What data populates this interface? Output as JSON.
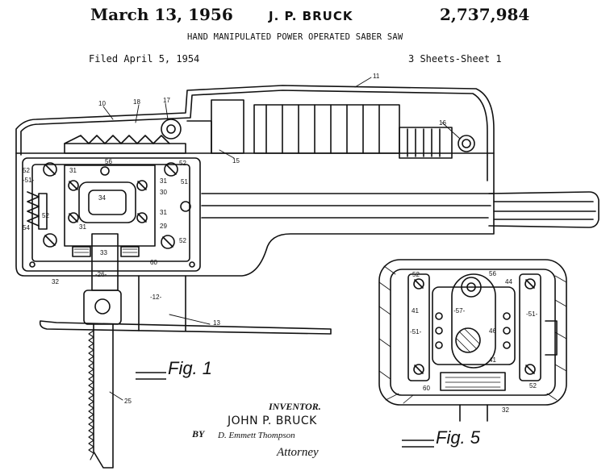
{
  "header": {
    "date": "March 13, 1956",
    "inventor": "J. P. BRUCK",
    "patent_number": "2,737,984"
  },
  "title": "HAND MANIPULATED POWER OPERATED SABER SAW",
  "filed": "Filed April 5, 1954",
  "sheets": "3 Sheets-Sheet 1",
  "signature": {
    "inventor_label": "INVENTOR.",
    "inventor_name": "JOHN P. BRUCK",
    "by": "BY",
    "attorney_signature": "D. Emmett Thompson",
    "attorney_label": "Attorney"
  },
  "figures": {
    "fig1_label": "Fig. 1",
    "fig5_label": "Fig. 5"
  },
  "reference_numerals": {
    "fig1": [
      "10",
      "18",
      "17",
      "11",
      "16",
      "15",
      "52",
      "56",
      "52",
      "-51-",
      "31",
      "31",
      "34",
      "30",
      "51",
      "31",
      "29",
      "54",
      "52",
      "31",
      "52",
      "33",
      "60",
      "-26-",
      "32",
      "-12-",
      "13",
      "25"
    ],
    "fig5": [
      "52",
      "56",
      "44",
      "41",
      "-57-",
      "-51-",
      "-51-",
      "46",
      "41",
      "60",
      "52",
      "32"
    ]
  },
  "colors": {
    "ink": "#111111",
    "paper": "#ffffff"
  }
}
